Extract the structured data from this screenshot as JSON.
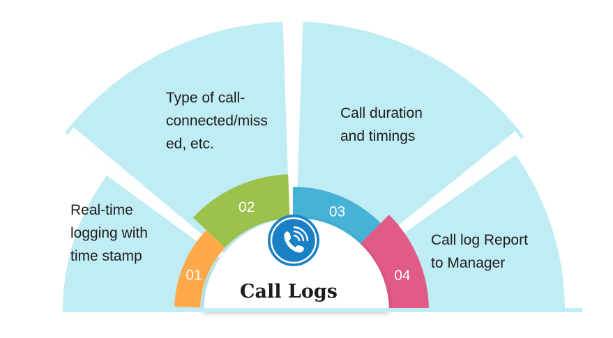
{
  "title": "Call Logs",
  "colors": {
    "fan_fill": "#c0ecf4",
    "center_fill": "#ffffff",
    "text": "#1c1c1c",
    "icon_circle": "#1a80c6"
  },
  "segments": [
    {
      "number": "01",
      "color": "#ffa94a",
      "lines": [
        "Real-time",
        "logging with",
        "time stamp"
      ]
    },
    {
      "number": "02",
      "color": "#9cc24b",
      "lines": [
        "Type of call-",
        "connected/miss",
        "ed, etc."
      ]
    },
    {
      "number": "03",
      "color": "#45b2d6",
      "lines": [
        "Call duration",
        "and timings"
      ]
    },
    {
      "number": "04",
      "color": "#e15b86",
      "lines": [
        "Call log Report",
        "to Manager"
      ]
    }
  ],
  "icon": "phone-call-icon"
}
